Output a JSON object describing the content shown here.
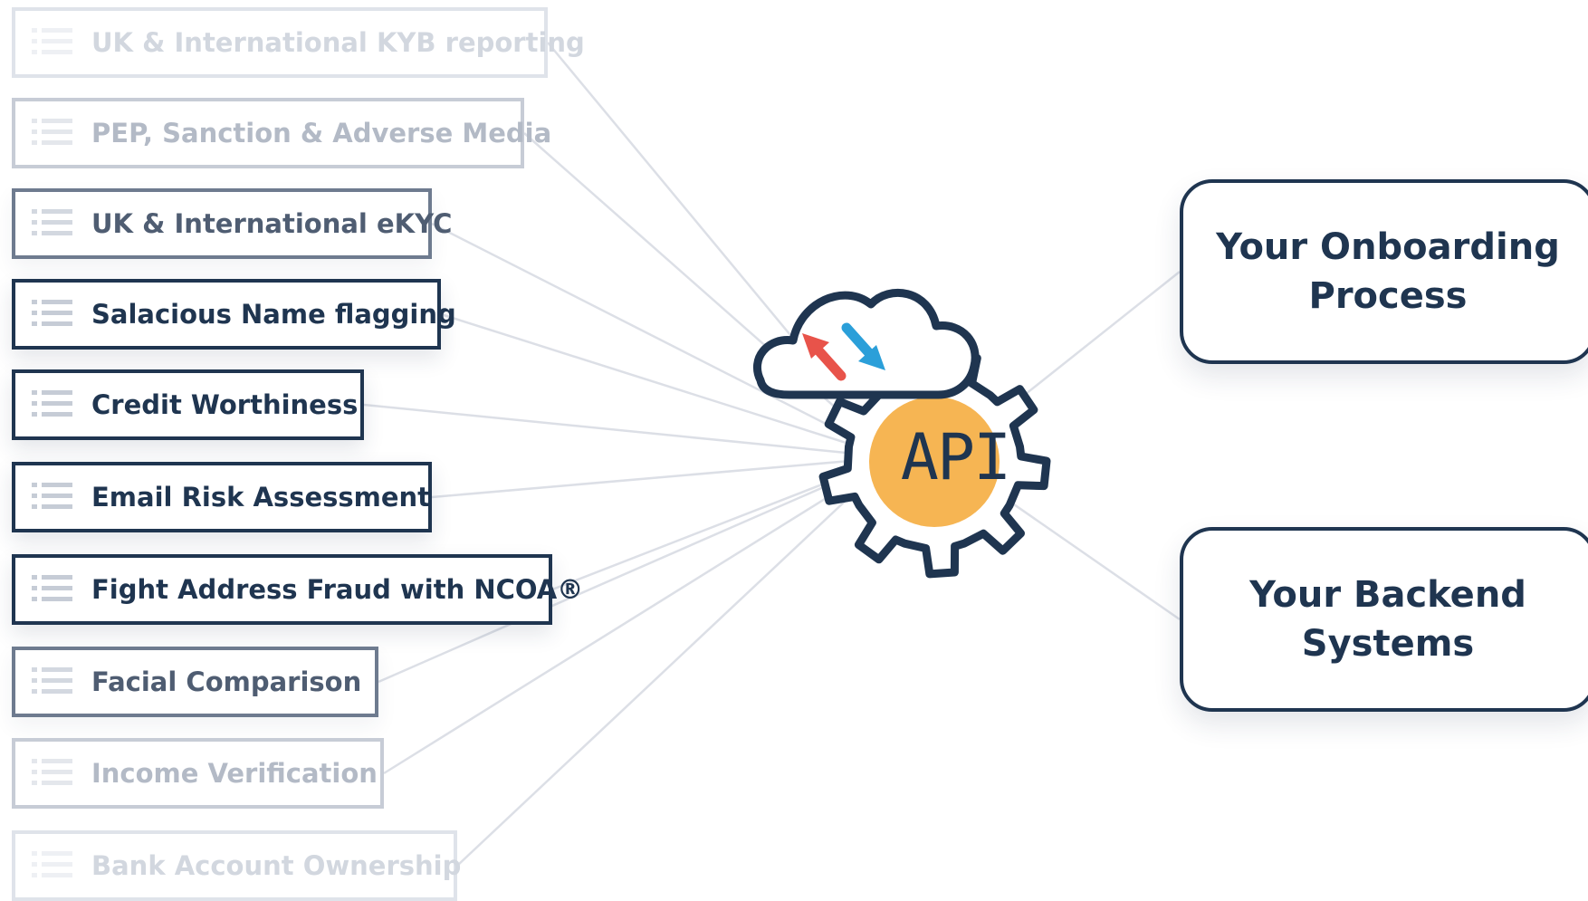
{
  "colors": {
    "navy": "#1f3550",
    "connector": "#dcdfe6",
    "api_fill": "#f6b553",
    "arrow_up": "#e8534a",
    "arrow_down": "#2b9fd9"
  },
  "hub": {
    "label": "API",
    "icon": "cloud-gear-api-icon"
  },
  "services": [
    {
      "label": "UK & International KYB reporting",
      "emphasis": "faded"
    },
    {
      "label": "PEP, Sanction & Adverse Media",
      "emphasis": "muted"
    },
    {
      "label": "UK & International eKYC",
      "emphasis": "soft"
    },
    {
      "label": "Salacious Name flagging",
      "emphasis": "strong"
    },
    {
      "label": "Credit Worthiness",
      "emphasis": "strong"
    },
    {
      "label": "Email Risk Assessment",
      "emphasis": "strong"
    },
    {
      "label": "Fight Address Fraud with NCOA®",
      "emphasis": "strong"
    },
    {
      "label": "Facial Comparison",
      "emphasis": "soft"
    },
    {
      "label": "Income Verification",
      "emphasis": "muted"
    },
    {
      "label": "Bank Account Ownership",
      "emphasis": "faded"
    }
  ],
  "targets": [
    {
      "label": "Your Onboarding Process"
    },
    {
      "label": "Your Backend Systems"
    }
  ]
}
